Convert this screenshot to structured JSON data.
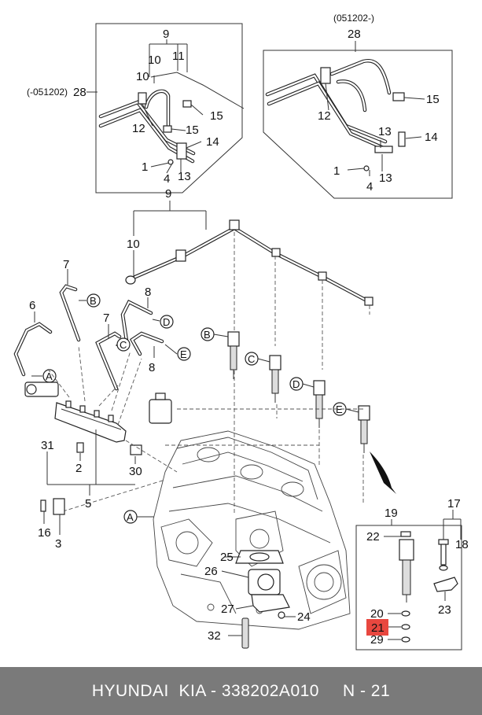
{
  "inset_left": {
    "revision": "(-051202)",
    "ref": "28",
    "labels": [
      "9",
      "10",
      "11",
      "10",
      "12",
      "15",
      "15",
      "14",
      "1",
      "4",
      "13"
    ]
  },
  "inset_right": {
    "revision": "(051202-)",
    "ref": "28",
    "labels": [
      "12",
      "15",
      "13",
      "14",
      "1",
      "4",
      "13"
    ]
  },
  "parts": {
    "p9": "9",
    "p10": "10",
    "p7a": "7",
    "p6": "6",
    "p8a": "8",
    "p7b": "7",
    "p8b": "8",
    "p31": "31",
    "p2": "2",
    "p30": "30",
    "p5": "5",
    "p16": "16",
    "p3": "3",
    "p25": "25",
    "p26": "26",
    "p27": "27",
    "p24": "24",
    "p32": "32",
    "p19": "19",
    "p22": "22",
    "p17": "17",
    "p18": "18",
    "p23": "23",
    "p20": "20",
    "p21": "21",
    "p29": "29"
  },
  "callouts": {
    "a1": "A",
    "b1": "B",
    "c1": "C",
    "d1": "D",
    "e1": "E",
    "b2": "B",
    "c2": "C",
    "d2": "D",
    "e2": "E",
    "a2": "A"
  },
  "highlight_color": "#e8473f",
  "footer": {
    "brand": "HYUNDAI  KIA - 338202A010",
    "page": "N - 21"
  }
}
